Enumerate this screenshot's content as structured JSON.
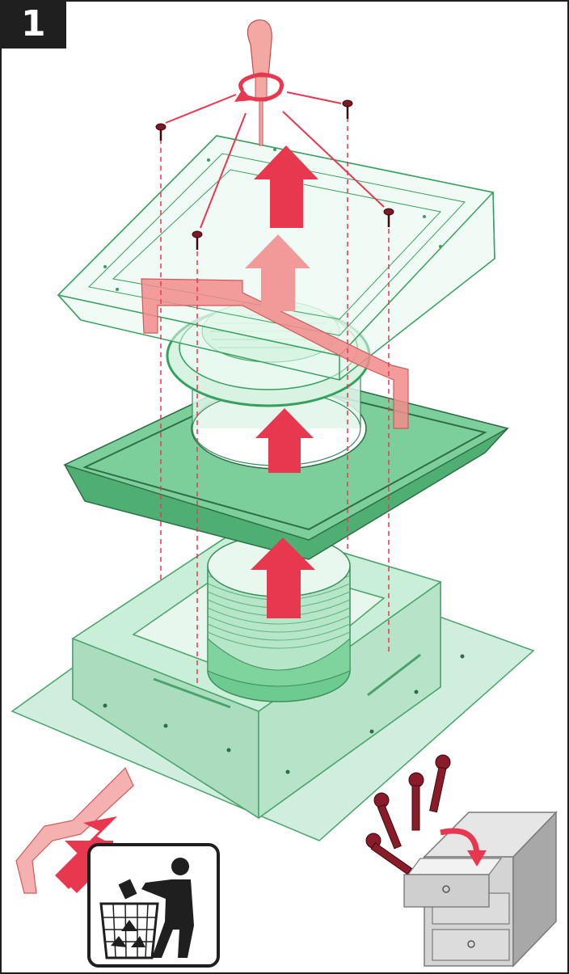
{
  "step": {
    "number": "1",
    "title": "",
    "subtitle": ""
  },
  "colors": {
    "accent_red": "#e8384f",
    "transparent_green": "#8fd8a8",
    "gasket_green": "#6ecb8f",
    "frame_black": "#1f1f1f",
    "cabinet_gray": "#c9c9c9"
  },
  "parts": {
    "screws_top_count": 4,
    "screws_spare_count": 4
  },
  "icons": [
    "screwdriver-icon",
    "rotate-arrow-icon",
    "lift-arrow-icon",
    "bracket-icon",
    "trash-bin-icon",
    "recycle-icon",
    "file-cabinet-icon",
    "screw-icon"
  ]
}
